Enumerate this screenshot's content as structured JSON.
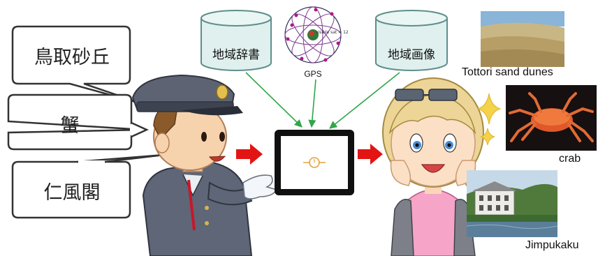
{
  "bubbles": [
    {
      "text": "鳥取砂丘"
    },
    {
      "text": "蟹"
    },
    {
      "text": "仁風閣"
    }
  ],
  "sources": {
    "dictionary": "地域辞書",
    "gps": "GPS",
    "images": "地域画像"
  },
  "gps_small_text": "visible sat = 12",
  "photos": {
    "dunes": "Tottori sand dunes",
    "crab": "crab",
    "jimpukaku": "Jimpukaku"
  },
  "colors": {
    "cylinder_fill": "#dff0ee",
    "cylinder_stroke": "#5f8e8a",
    "arrow_green": "#2ea64a",
    "arrow_red": "#e31414",
    "sparkle": "#f4d24a"
  }
}
